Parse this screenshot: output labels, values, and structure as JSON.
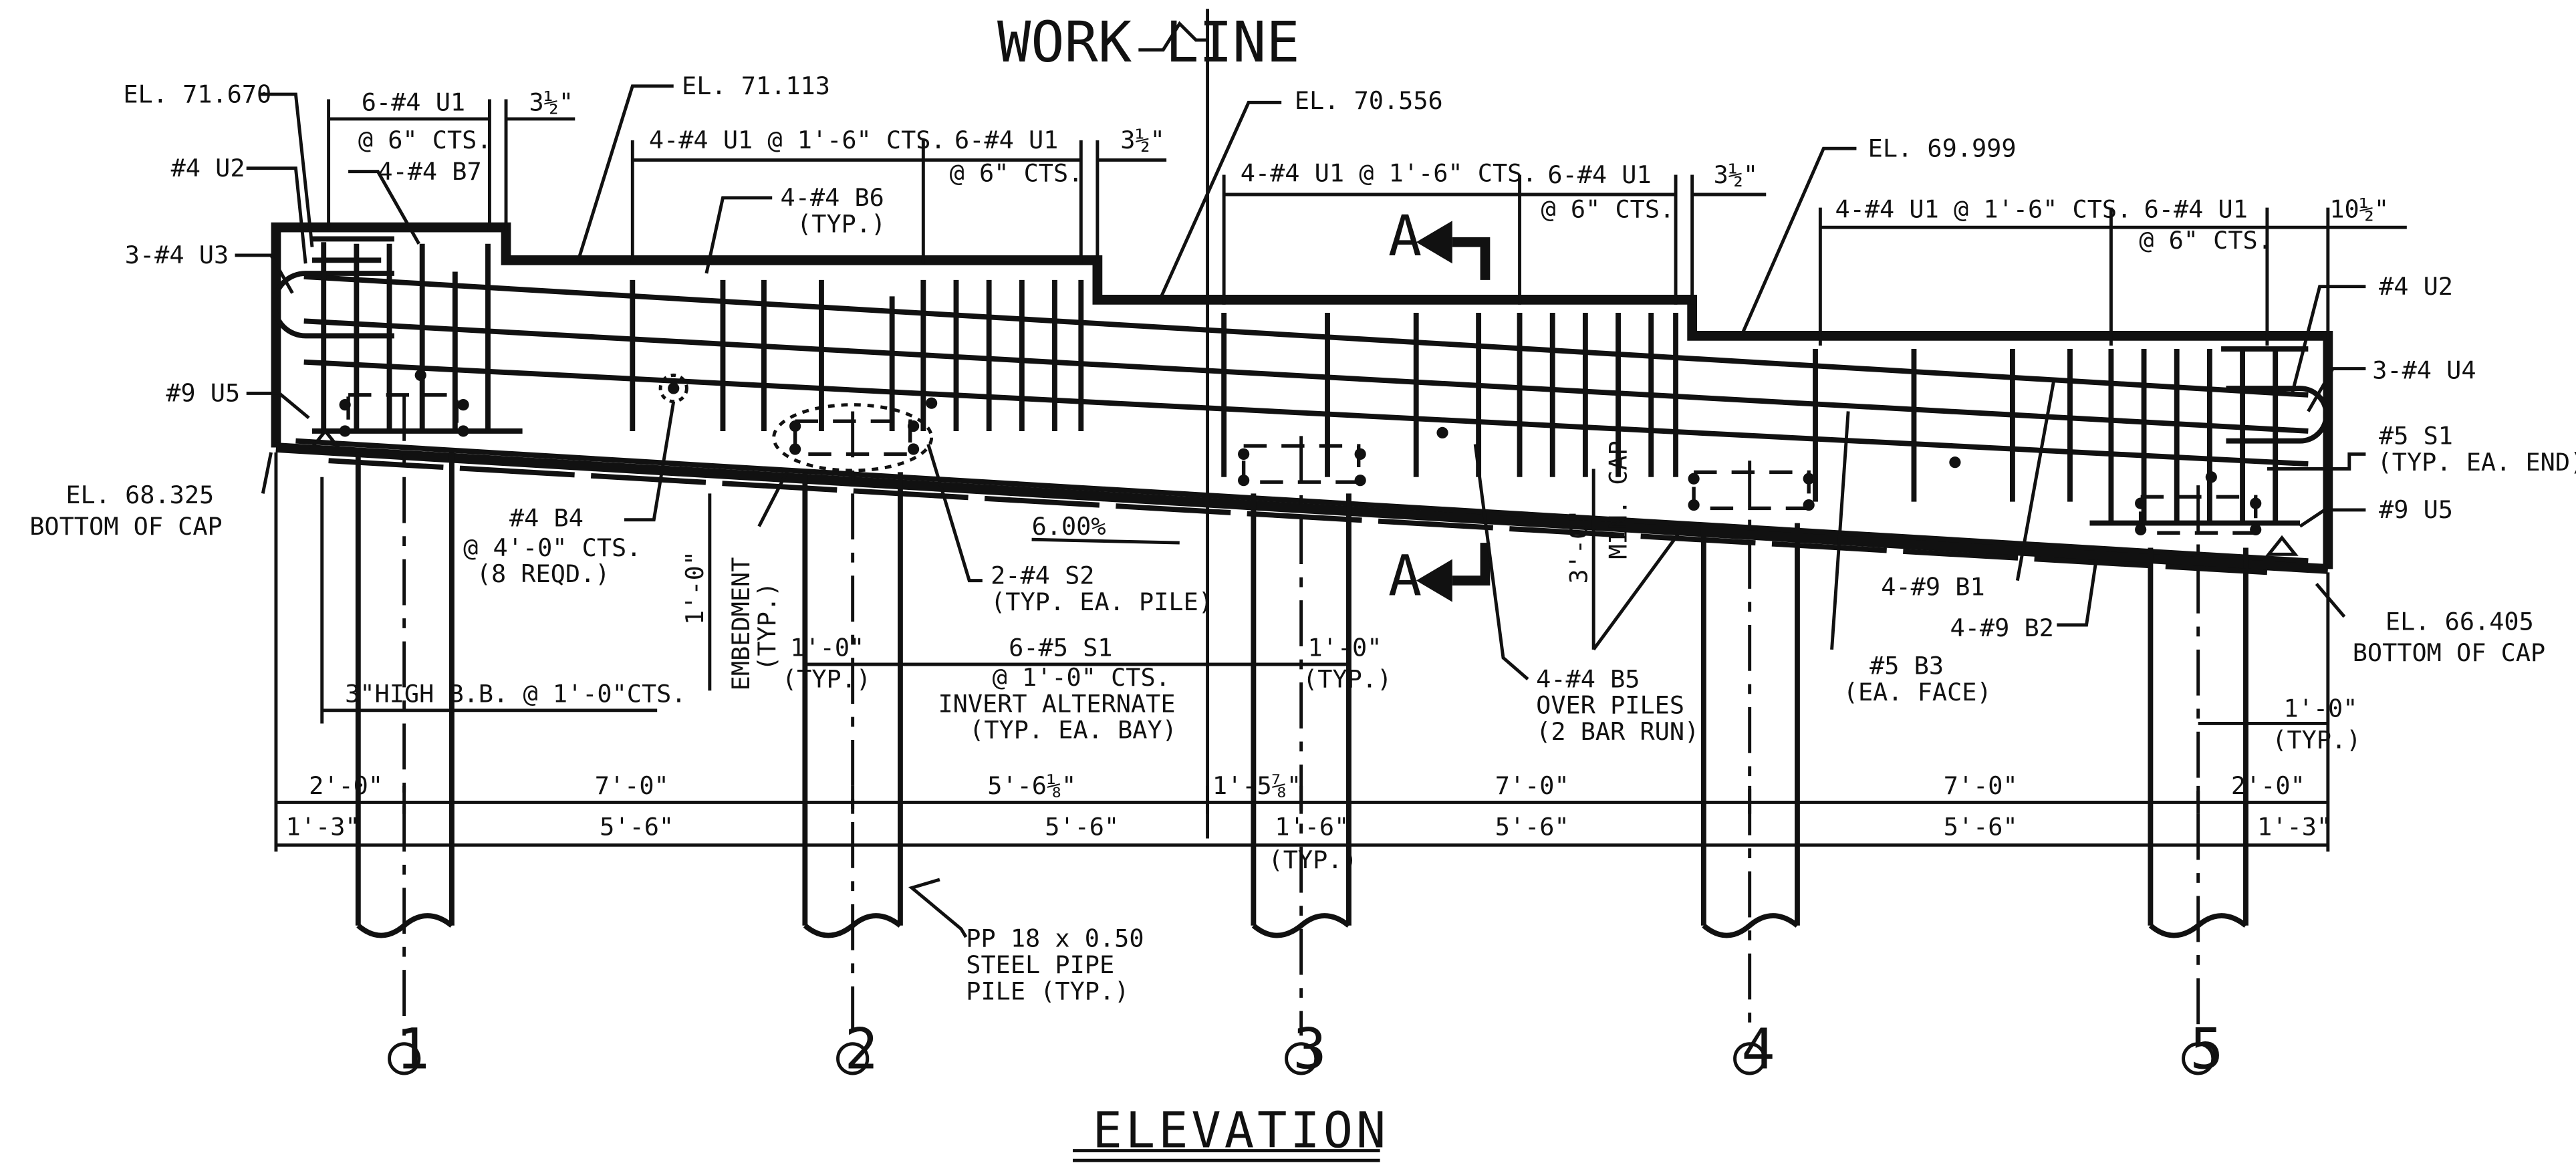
{
  "title": "ELEVATION",
  "work_line": "WORK LINE",
  "elevations": {
    "el1": "EL. 71.670",
    "el2": "EL. 71.113",
    "el3": "EL. 70.556",
    "el4": "EL. 69.999",
    "bottom_left": "EL. 68.325",
    "bottom_left_sub": "BOTTOM OF CAP",
    "bottom_right": "EL. 66.405",
    "bottom_right_sub": "BOTTOM OF CAP"
  },
  "section_marks": {
    "top": "A",
    "bottom": "A"
  },
  "slope": "6.00%",
  "rebar": {
    "u1_1a": "6-#4 U1",
    "u1_1b": "@ 6\" CTS.",
    "gap1": "3½\"",
    "u2": "#4 U2",
    "b7": "4-#4 B7",
    "u3": "3-#4 U3",
    "u5_left": "#9 U5",
    "u1_2": "4-#4 U1 @ 1'-6\" CTS.",
    "u1_3a": "6-#4 U1",
    "u1_3b": "@ 6\" CTS.",
    "gap2": "3½\"",
    "b6a": "4-#4 B6",
    "b6b": "(TYP.)",
    "u1_4": "4-#4 U1 @ 1'-6\" CTS.",
    "u1_5a": "6-#4 U1",
    "u1_5b": "@ 6\" CTS.",
    "gap3": "3½\"",
    "u1_6": "4-#4 U1 @ 1'-6\" CTS.",
    "u1_7a": "6-#4 U1",
    "u1_7b": "@ 6\" CTS.",
    "gap4": "10½\"",
    "u2_right": "#4 U2",
    "u4": "3-#4 U4",
    "s1a": "#5 S1",
    "s1b": "(TYP. EA. END)",
    "u5_right": "#9 U5",
    "b4a": "#4 B4",
    "b4b": "@ 4'-0\" CTS.",
    "b4c": "(8 REQD.)",
    "s2a": "2-#4 S2",
    "s2b": "(TYP. EA. PILE)",
    "b5a": "4-#4 B5",
    "b5b": "OVER PILES",
    "b5c": "(2 BAR RUN)",
    "b3a": "#5 B3",
    "b3b": "(EA. FACE)",
    "b1": "4-#9 B1",
    "b2": "4-#9 B2"
  },
  "notes": {
    "embed1": "1'-0\"",
    "embed2": "EMBEDMENT",
    "embed3": "(TYP.)",
    "mincap1": "3'-0\"",
    "mincap2": "MIN. CAP",
    "typ1a": "1'-0\"",
    "typ1b": "(TYP.)",
    "typ2a": "1'-0\"",
    "typ2b": "(TYP.)",
    "typ3a": "1'-0\"",
    "typ3b": "(TYP.)",
    "s1_bay1": "6-#5 S1",
    "s1_bay2": "@ 1'-0\" CTS.",
    "s1_bay3": "INVERT ALTERNATE",
    "s1_bay4": "(TYP. EA. BAY)",
    "bb": "3\"HIGH B.B. @ 1'-0\"CTS.",
    "pile1": "PP 18 x 0.50",
    "pile2": "STEEL PIPE",
    "pile3": "PILE (TYP.)"
  },
  "dimensions": {
    "row1": [
      "2'-0\"",
      "7'-0\"",
      "5'-6⅛\"",
      "1'-5⅞\"",
      "7'-0\"",
      "7'-0\"",
      "2'-0\""
    ],
    "row2": [
      "1'-3\"",
      "5'-6\"",
      "5'-6\"",
      "1'-6\"",
      "5'-6\"",
      "5'-6\"",
      "1'-3\""
    ],
    "row2_typ": "(TYP.)"
  },
  "piles": [
    "1",
    "2",
    "3",
    "4",
    "5"
  ]
}
